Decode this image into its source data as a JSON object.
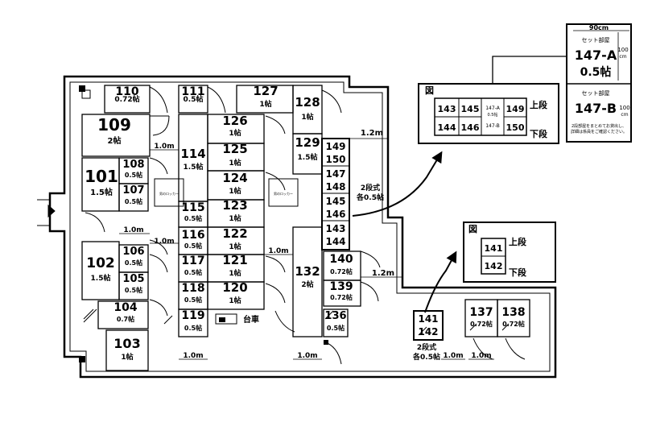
{
  "rooms": [
    {
      "id": "110",
      "number": "110",
      "size": "0.72帖"
    },
    {
      "id": "111",
      "number": "111",
      "size": "0.5帖"
    },
    {
      "id": "127",
      "number": "127",
      "size": "1帖"
    },
    {
      "id": "128",
      "number": "128",
      "size": "1帖"
    },
    {
      "id": "109",
      "number": "109",
      "size": "2帖"
    },
    {
      "id": "126",
      "number": "126",
      "size": "1帖"
    },
    {
      "id": "114",
      "number": "114",
      "size": "1.5帖"
    },
    {
      "id": "125",
      "number": "125",
      "size": "1帖"
    },
    {
      "id": "129",
      "number": "129",
      "size": "1.5帖"
    },
    {
      "id": "108",
      "number": "108",
      "size": "0.5帖"
    },
    {
      "id": "101",
      "number": "101",
      "size": "1.5帖"
    },
    {
      "id": "107",
      "number": "107",
      "size": "0.5帖"
    },
    {
      "id": "124",
      "number": "124",
      "size": "1帖"
    },
    {
      "id": "115",
      "number": "115",
      "size": "0.5帖"
    },
    {
      "id": "123",
      "number": "123",
      "size": "1帖"
    },
    {
      "id": "116",
      "number": "116",
      "size": "0.5帖"
    },
    {
      "id": "122",
      "number": "122",
      "size": "1帖"
    },
    {
      "id": "106",
      "number": "106",
      "size": "0.5帖"
    },
    {
      "id": "102",
      "number": "102",
      "size": "1.5帖"
    },
    {
      "id": "105",
      "number": "105",
      "size": "0.5帖"
    },
    {
      "id": "117",
      "number": "117",
      "size": "0.5帖"
    },
    {
      "id": "121",
      "number": "121",
      "size": "1帖"
    },
    {
      "id": "132",
      "number": "132",
      "size": "2帖"
    },
    {
      "id": "140",
      "number": "140",
      "size": "0.72帖"
    },
    {
      "id": "118",
      "number": "118",
      "size": "0.5帖"
    },
    {
      "id": "120",
      "number": "120",
      "size": "1帖"
    },
    {
      "id": "139",
      "number": "139",
      "size": "0.72帖"
    },
    {
      "id": "104",
      "number": "104",
      "size": "0.7帖"
    },
    {
      "id": "119",
      "number": "119",
      "size": "0.5帖"
    },
    {
      "id": "136",
      "number": "136",
      "size": "0.5帖"
    },
    {
      "id": "103",
      "number": "103",
      "size": "1帖"
    },
    {
      "id": "137",
      "number": "137",
      "size": "0.72帖"
    },
    {
      "id": "138",
      "number": "138",
      "size": "0.72帖"
    }
  ],
  "stack_cells": [
    "149",
    "150",
    "147",
    "148",
    "145",
    "146",
    "143",
    "144"
  ],
  "stack_two_tier_label": "2段式",
  "stack_two_tier_size": "各0.5帖",
  "low_stack_cells": [
    "141",
    "142"
  ],
  "low_stack_two_tier_label": "2段式",
  "low_stack_two_tier_size": "各0.5帖",
  "cart_label": "台車",
  "small_door_labels": [
    "男のロッカー",
    "男のロッカー"
  ],
  "dimensions": {
    "top_right_corridor": "1.2m",
    "upper_left_corridor": "1.0m",
    "left_corridor": "1.0m",
    "mid_left_corridor": "1.0m",
    "mid_center_corridor": "1.0m",
    "right_mid_corridor": "1.2m",
    "bottom_left": "1.0m",
    "bottom_center": "1.0m",
    "bottom_right_a": "1.0m",
    "bottom_right_b": "1.0m"
  },
  "figure_upper": {
    "title": "図",
    "cells": [
      "143",
      "145",
      "149",
      "144",
      "146",
      "150"
    ],
    "center_top": "147-A",
    "center_top_size": "0.5帖",
    "center_bottom": "147-B",
    "upper_tier": "上段",
    "lower_tier": "下段"
  },
  "figure_lower": {
    "title": "図",
    "cells": [
      "141",
      "142"
    ],
    "upper_tier": "上段",
    "lower_tier": "下段"
  },
  "detail": {
    "width": "90cm",
    "set_room_label_top": "セット部屋",
    "room_top": "147-A",
    "size_top": "0.5帖",
    "height_top_value": "100",
    "height_top_unit": "cm",
    "set_room_label_bottom": "セット部屋",
    "room_bottom": "147-B",
    "height_bottom_value": "100",
    "height_bottom_unit": "cm",
    "note_line1": "2段部屋をまとめてお貸出し、",
    "note_line2": "詳細は係員をご確認ください。"
  }
}
